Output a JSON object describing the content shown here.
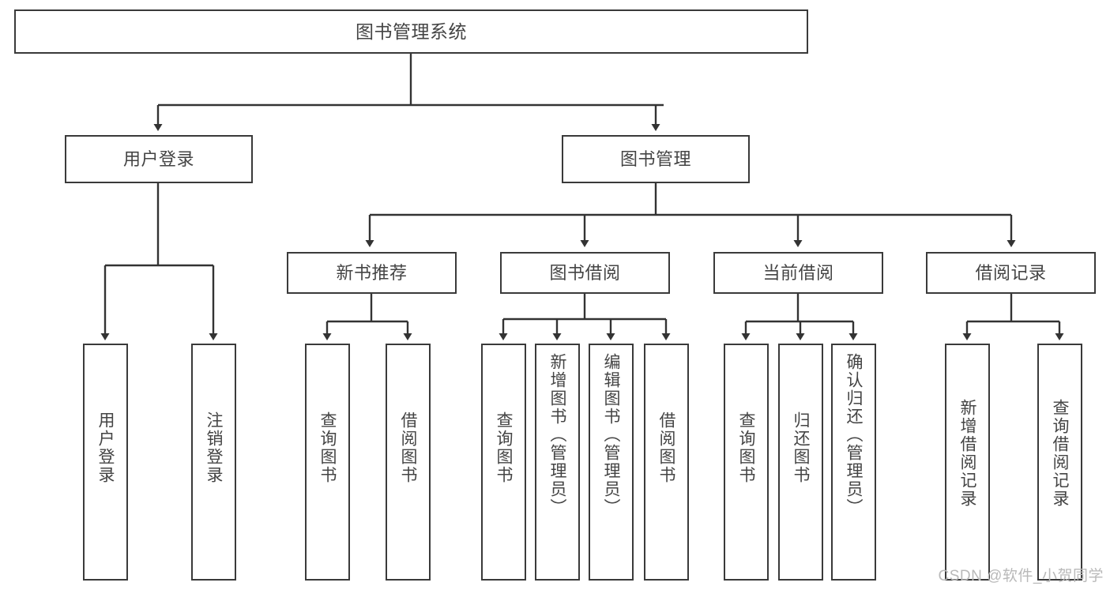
{
  "diagram": {
    "title": "图书管理系统",
    "type": "hierarchy-tree",
    "watermark": "CSDN @软件_小贺同学",
    "colors": {
      "box_border": "#3a3a3a",
      "box_fill": "#ffffff",
      "connector": "#333333",
      "text": "#444444",
      "watermark": "#b9b9b9"
    },
    "nodes": {
      "root": {
        "label": "图书管理系统"
      },
      "level2": [
        {
          "label": "用户登录"
        },
        {
          "label": "图书管理"
        }
      ],
      "level3": [
        {
          "label": "新书推荐"
        },
        {
          "label": "图书借阅"
        },
        {
          "label": "当前借阅"
        },
        {
          "label": "借阅记录"
        }
      ],
      "leaves": {
        "user_login": [
          {
            "label": "用户登录"
          },
          {
            "label": "注销登录"
          }
        ],
        "new_book": [
          {
            "label": "查询图书"
          },
          {
            "label": "借阅图书"
          }
        ],
        "book_borrow": [
          {
            "label": "查询图书"
          },
          {
            "label": "新增图书（管理员）"
          },
          {
            "label": "编辑图书（管理员）"
          },
          {
            "label": "借阅图书"
          }
        ],
        "current_borrow": [
          {
            "label": "查询图书"
          },
          {
            "label": "归还图书"
          },
          {
            "label": "确认归还（管理员）"
          }
        ],
        "borrow_record": [
          {
            "label": "新增借阅记录"
          },
          {
            "label": "查询借阅记录"
          }
        ]
      }
    }
  }
}
